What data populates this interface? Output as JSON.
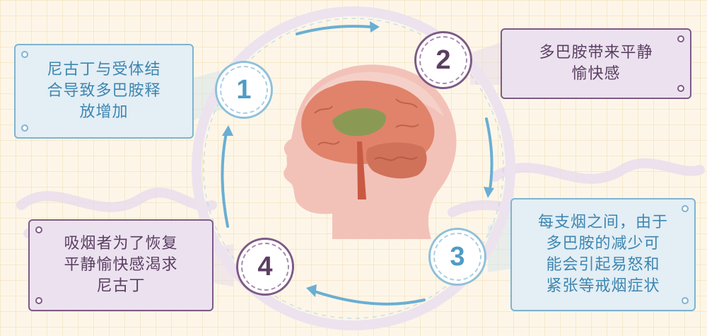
{
  "steps": [
    {
      "number": "1",
      "text": "尼古丁与受体结\n合导致多巴胺释\n放增加",
      "theme": "blue"
    },
    {
      "number": "2",
      "text": "多巴胺带来平静\n愉快感",
      "theme": "purple"
    },
    {
      "number": "3",
      "text": "每支烟之间，由于\n多巴胺的减少可\n能会引起易怒和\n紧张等戒烟症状",
      "theme": "blue"
    },
    {
      "number": "4",
      "text": "吸烟者为了恢复\n平静愉快感渴求\n尼古丁",
      "theme": "purple"
    }
  ],
  "colors": {
    "background": "#fdf6e8",
    "blue_fill": "#e3eef5",
    "blue_border": "#7fb3cf",
    "purple_fill": "#ece2ef",
    "purple_border": "#7e5a86",
    "cycle_arrow": "#6aaed3",
    "head_skin": "#f2c2b8",
    "brain": "#e0836a",
    "reward_center": "#8a9a55"
  },
  "icons": [
    "cycle-arrow-icon",
    "head-silhouette-icon",
    "brain-icon"
  ]
}
